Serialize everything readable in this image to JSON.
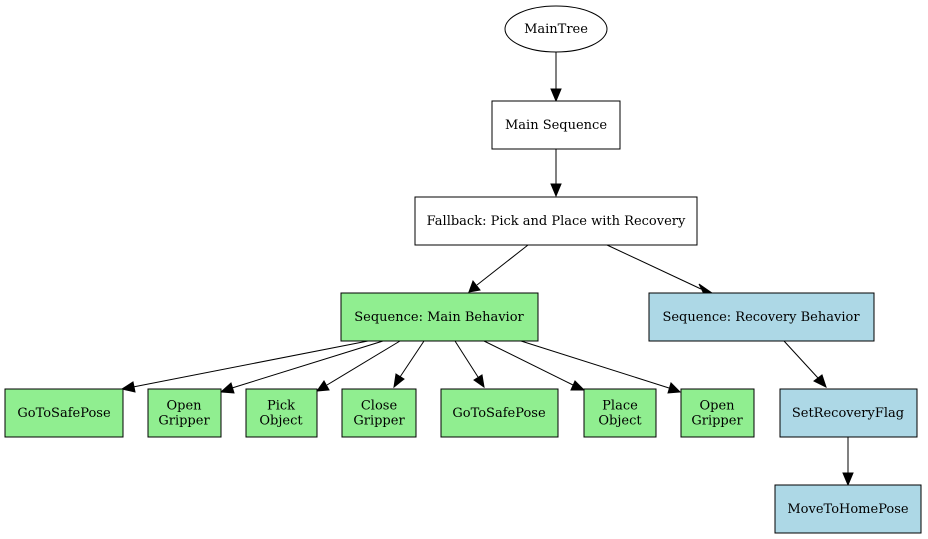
{
  "colors": {
    "main_behavior": "#90ee90",
    "recovery_behavior": "#add8e6",
    "default": "#ffffff",
    "stroke": "#000000"
  },
  "nodes": {
    "main_tree": {
      "label": "MainTree",
      "shape": "ellipse"
    },
    "main_sequence": {
      "label": "Main Sequence"
    },
    "fallback": {
      "label": "Fallback: Pick and Place with Recovery"
    },
    "seq_main": {
      "label": "Sequence: Main Behavior"
    },
    "seq_recovery": {
      "label": "Sequence: Recovery Behavior"
    },
    "goto_safe_1": {
      "label": "GoToSafePose"
    },
    "open_gripper_1": {
      "label": "Open\nGripper"
    },
    "pick_object": {
      "label": "Pick\nObject"
    },
    "close_gripper": {
      "label": "Close\nGripper"
    },
    "goto_safe_2": {
      "label": "GoToSafePose"
    },
    "place_object": {
      "label": "Place\nObject"
    },
    "open_gripper_2": {
      "label": "Open\nGripper"
    },
    "set_recovery_flag": {
      "label": "SetRecoveryFlag"
    },
    "move_home": {
      "label": "MoveToHomePose"
    }
  }
}
